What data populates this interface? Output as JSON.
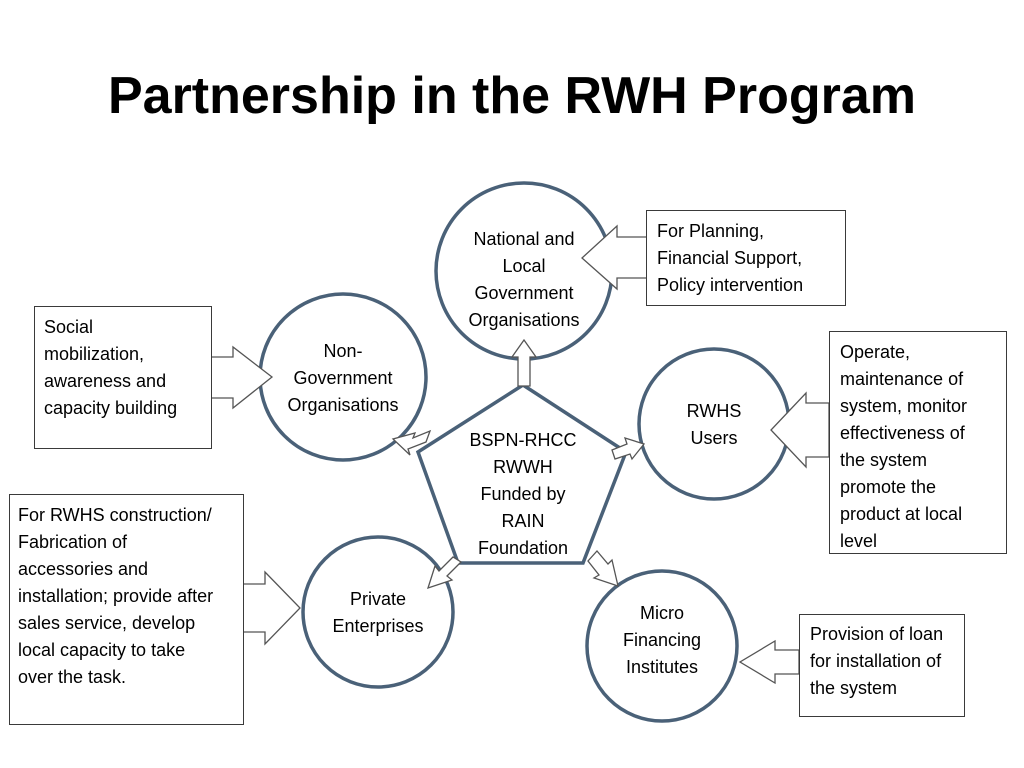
{
  "title": "Partnership in the RWH Program",
  "center": {
    "label": "BSPN-RHCC\nRWWH\nFunded by\nRAIN\nFoundation"
  },
  "nodes": {
    "national": "National and\nLocal\nGovernment\nOrganisations",
    "ngo": "Non-\nGovernment\nOrganisations",
    "users": "RWHS\nUsers",
    "private": "Private\nEnterprises",
    "micro": "Micro\nFinancing\nInstitutes"
  },
  "boxes": {
    "national": "For Planning,\nFinancial Support,\nPolicy intervention",
    "ngo": "Social\nmobilization,\nawareness and\ncapacity building",
    "users": "Operate,\nmaintenance of\nsystem, monitor\neffectiveness of\nthe system\npromote the\nproduct at local\nlevel",
    "private": "For RWHS construction/\nFabrication of\naccessories and\ninstallation; provide after\nsales service, develop\nlocal capacity to take\nover the task.",
    "micro": "Provision of loan\nfor installation of\nthe system"
  },
  "colors": {
    "circle_stroke": "#4a6178",
    "box_border": "#3a3a3a",
    "arrow_stroke": "#555555"
  }
}
